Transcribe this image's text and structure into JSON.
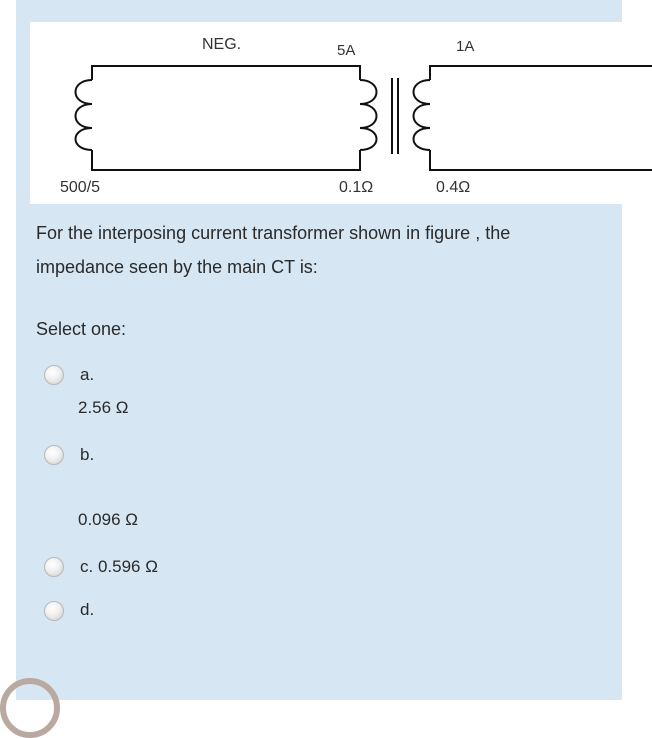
{
  "figure": {
    "label_neg": "NEG.",
    "label_5a": "5A",
    "label_1a": "1A",
    "label_ratio": "500/5",
    "label_r1": "0.1Ω",
    "label_r2": "0.4Ω"
  },
  "question": {
    "text": "For the interposing current transformer shown in figure , the impedance seen by the main CT is:",
    "select_prompt": "Select one:"
  },
  "options": [
    {
      "letter": "a.",
      "value": "2.56 Ω"
    },
    {
      "letter": "b.",
      "value": "0.096 Ω"
    },
    {
      "letter": "c. 0.596 Ω"
    },
    {
      "letter": "d."
    }
  ],
  "colors": {
    "panel": "#d6e6f2",
    "figure_bg": "#ffffff",
    "text": "#2a2a2a"
  }
}
